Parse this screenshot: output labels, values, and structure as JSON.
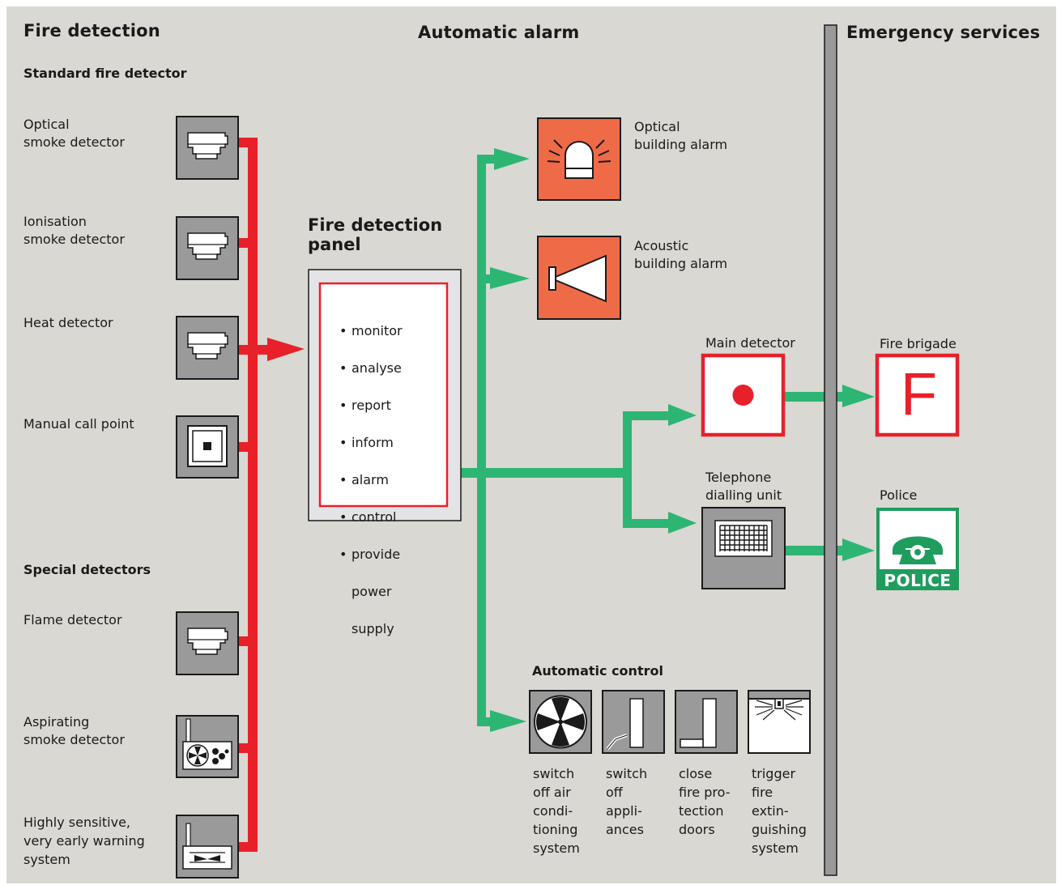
{
  "headers": {
    "fire_detection": "Fire detection",
    "automatic_alarm": "Automatic alarm",
    "emergency_services": "Emergency services"
  },
  "sections": {
    "standard": "Standard fire detector",
    "special": "Special detectors",
    "automatic_control": "Automatic control"
  },
  "detectors": [
    {
      "label": "Optical\nsmoke detector",
      "icon": "smoke-detector-icon"
    },
    {
      "label": "Ionisation\nsmoke detector",
      "icon": "smoke-detector-icon"
    },
    {
      "label": "Heat detector",
      "icon": "smoke-detector-icon"
    },
    {
      "label": "Manual call point",
      "icon": "manual-call-point-icon"
    },
    {
      "label": "Flame detector",
      "icon": "smoke-detector-icon"
    },
    {
      "label": "Aspirating\nsmoke detector",
      "icon": "aspirating-unit-icon"
    },
    {
      "label": "Highly sensitive,\nvery early warning\nsystem",
      "icon": "early-warning-unit-icon"
    }
  ],
  "panel": {
    "title": "Fire detection\npanel",
    "tasks": [
      "monitor",
      "analyse",
      "report",
      "inform",
      "alarm",
      "control",
      "provide",
      "power",
      "supply"
    ]
  },
  "alarms": {
    "optical": "Optical\nbuilding alarm",
    "acoustic": "Acoustic\nbuilding alarm",
    "main_detector": "Main detector",
    "telephone": "Telephone\ndialling unit"
  },
  "controls": [
    {
      "label": "switch\noff air\ncondi-\ntioning\nsystem",
      "icon": "fan-icon"
    },
    {
      "label": "switch\noff\nappli-\nances",
      "icon": "appliance-switch-icon"
    },
    {
      "label": "close\nfire pro-\ntection\ndoors",
      "icon": "fire-door-icon"
    },
    {
      "label": "trigger\nfire\nextin-\nguishing\nsystem",
      "icon": "sprinkler-icon"
    }
  ],
  "services": {
    "fire_brigade": "Fire brigade",
    "fire_brigade_letter": "F",
    "police": "Police",
    "police_sign": "POLICE"
  },
  "colors": {
    "background": "#d9d8d2",
    "detector_line": "#e8202a",
    "alarm_line": "#2db573",
    "alarm_box": "#ef6a47",
    "device_grey": "#9a9a9a",
    "police_green": "#1e9d5d"
  }
}
